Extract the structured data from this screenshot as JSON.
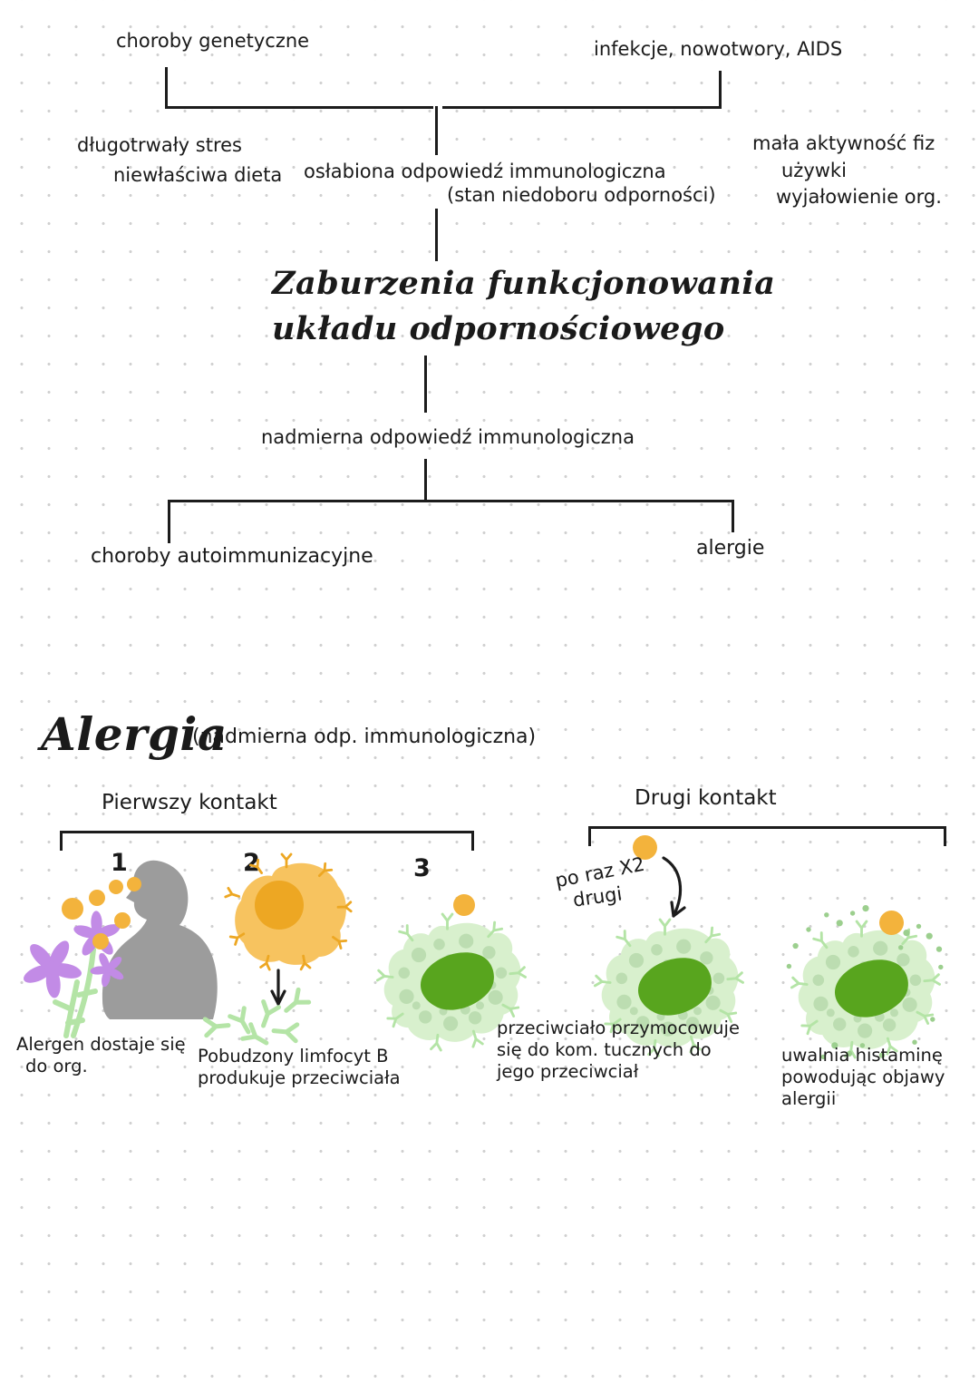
{
  "flowchart": {
    "top_left_label": "choroby genetyczne",
    "top_right_label": "infekcje, nowotwory, AIDS",
    "left_factor_1": "długotrwały stres",
    "left_factor_2": "niewłaściwa dieta",
    "center_node_line1": "osłabiona odpowiedź immunologiczna",
    "center_node_line2": "(stan niedoboru odporności)",
    "right_factor_1": "mała aktywność fiz",
    "right_factor_2": "używki",
    "right_factor_3": "wyjałowienie org.",
    "title_line1": "Zaburzenia funkcjonowania",
    "title_line2": "układu odpornościowego",
    "excess_node": "nadmierna odpowiedź immunologiczna",
    "branch_left": "choroby autoimmunizacyjne",
    "branch_right": "alergie"
  },
  "allergy_section": {
    "heading": "Alergia",
    "heading_note": "(nadmierna odp. immunologiczna)",
    "first_contact_label": "Pierwszy kontakt",
    "second_contact_label": "Drugi kontakt",
    "steps": [
      {
        "number": "1",
        "caption_lines": [
          "Alergen dostaje się",
          "do org."
        ]
      },
      {
        "number": "2",
        "caption_lines": [
          "Pobudzony limfocyt B",
          "produkuje przeciwciała"
        ]
      },
      {
        "number": "3",
        "caption_lines": [
          "przeciwciało przymocowuje",
          "się do kom. tucznych do",
          "jego przeciwciał"
        ]
      }
    ],
    "second_contact_note_line1": "po raz X2",
    "second_contact_note_line2": "drugi",
    "final_caption_lines": [
      "uwalnia histaminę",
      "powodując objawy",
      "alergii"
    ]
  },
  "colors": {
    "ink": "#1c1c1c",
    "allergen": "#f3b33c",
    "bcell-body": "#f7c35f",
    "bcell-nucleus": "#eda723",
    "mast-body": "#d8f0cd",
    "mast-granule": "#b9dcae",
    "mast-nucleus": "#58a51e",
    "stem-green": "#b4e4a6",
    "flower-purple": "#c28be6",
    "person-gray": "#9c9c9c"
  }
}
